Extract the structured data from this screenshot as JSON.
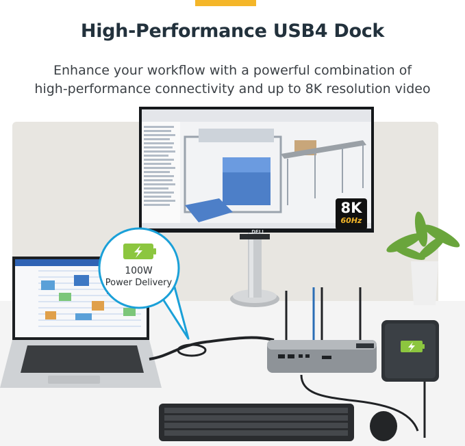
{
  "header": {
    "title": "High-Performance USB4 Dock",
    "subtitle_line1": "Enhance your workflow with a powerful combination of",
    "subtitle_line2": "high-performance connectivity and up to 8K resolution video"
  },
  "monitor": {
    "brand": "DELL",
    "badge_resolution": "8K",
    "badge_refresh": "60Hz"
  },
  "callout": {
    "wattage": "100W",
    "label": "Power Delivery"
  },
  "colors": {
    "accent_bar": "#f4b629",
    "title": "#22313c",
    "callout_ring": "#1aa0d8",
    "battery_green": "#8cc63f"
  },
  "icons": {
    "charging": "battery-charging-icon",
    "tablet_charging": "battery-charging-icon"
  }
}
